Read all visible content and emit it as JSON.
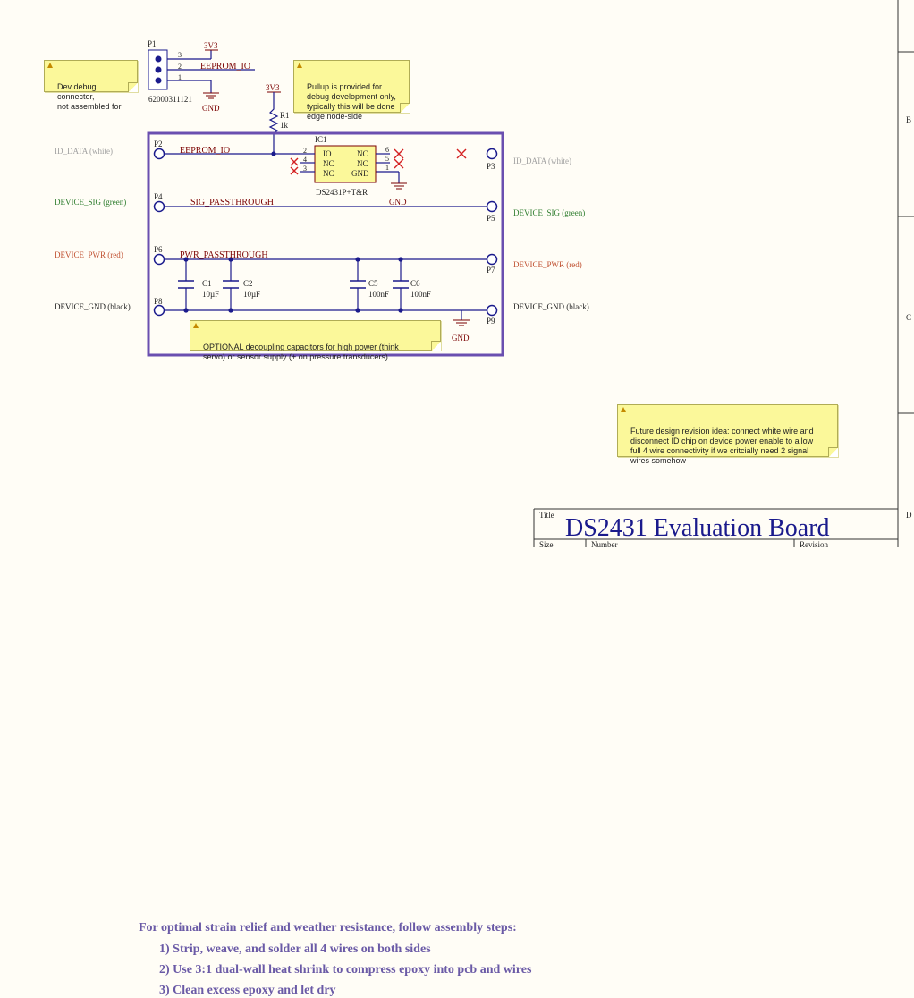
{
  "colors": {
    "wire": "#1a1a8c",
    "board_outline": "#6a4fb0",
    "net_label": "#7a0000",
    "pin": "#1a1a8c",
    "junction": "#1a1a8c",
    "no_connect": "#d42020",
    "ident_text": "#222222",
    "id_data_text": "#a0a0a0",
    "sig_text": "#2e7d2e",
    "pwr_text": "#c05030",
    "gnd_text": "#222222",
    "steps_text": "#6a5aa6",
    "note_bg": "#fbf89a"
  },
  "header": {
    "ref": "P1",
    "part": "62000311121",
    "pins": [
      "3",
      "2",
      "1"
    ],
    "net_3v3": "3V3",
    "net_eeprom": "EEPROM_IO",
    "gnd": "GND"
  },
  "resistor": {
    "ref": "R1",
    "value": "1k",
    "rail": "3V3"
  },
  "ic": {
    "ref": "IC1",
    "part": "DS2431P+T&R",
    "left_pins": [
      {
        "num": "2",
        "name": "IO"
      },
      {
        "num": "4",
        "name": "NC"
      },
      {
        "num": "3",
        "name": "NC"
      }
    ],
    "right_pins": [
      {
        "num": "6",
        "name": "NC"
      },
      {
        "num": "5",
        "name": "NC"
      },
      {
        "num": "1",
        "name": "GND"
      }
    ],
    "gnd": "GND"
  },
  "connectors": {
    "left": [
      {
        "ref": "P2",
        "signal": "ID_DATA (white)",
        "net": "EEPROM_IO"
      },
      {
        "ref": "P4",
        "signal": "DEVICE_SIG (green)",
        "net": "SIG_PASSTHROUGH"
      },
      {
        "ref": "P6",
        "signal": "DEVICE_PWR (red)",
        "net": "PWR_PASSTHROUGH"
      },
      {
        "ref": "P8",
        "signal": "DEVICE_GND (black)",
        "net": ""
      }
    ],
    "right": [
      {
        "ref": "P3",
        "signal": "ID_DATA (white)"
      },
      {
        "ref": "P5",
        "signal": "DEVICE_SIG (green)"
      },
      {
        "ref": "P7",
        "signal": "DEVICE_PWR (red)"
      },
      {
        "ref": "P9",
        "signal": "DEVICE_GND (black)"
      }
    ]
  },
  "capacitors": [
    {
      "ref": "C1",
      "value": "10µF"
    },
    {
      "ref": "C2",
      "value": "10µF"
    },
    {
      "ref": "C5",
      "value": "100nF"
    },
    {
      "ref": "C6",
      "value": "100nF"
    }
  ],
  "ground_bottom": "GND",
  "notes": {
    "dev_debug": "Dev debug connector,\nnot assembled for",
    "pullup": "Pullup is provided for\ndebug development only,\ntypically this will be done\nedge node-side",
    "decoupling": "OPTIONAL decoupling capacitors for high power (think\nservo) or sensor supply (+ on pressure transducers)",
    "future": "Future design revision idea: connect white wire and\ndisconnect ID chip on device power enable to allow\nfull 4 wire connectivity if we critcially need 2 signal\nwires somehow"
  },
  "assembly": {
    "heading": "For optimal strain relief and weather resistance, follow assembly steps:",
    "steps": [
      "1) Strip, weave, and solder all 4 wires on both sides",
      "2) Use 3:1 dual-wall heat shrink to compress epoxy into pcb and wires",
      "3) Clean excess epoxy and let dry"
    ]
  },
  "title_block": {
    "title_label": "Title",
    "title": "DS2431 Evaluation Board",
    "size_label": "Size",
    "number_label": "Number",
    "revision_label": "Revision"
  },
  "zones": [
    "B",
    "C",
    "D"
  ]
}
